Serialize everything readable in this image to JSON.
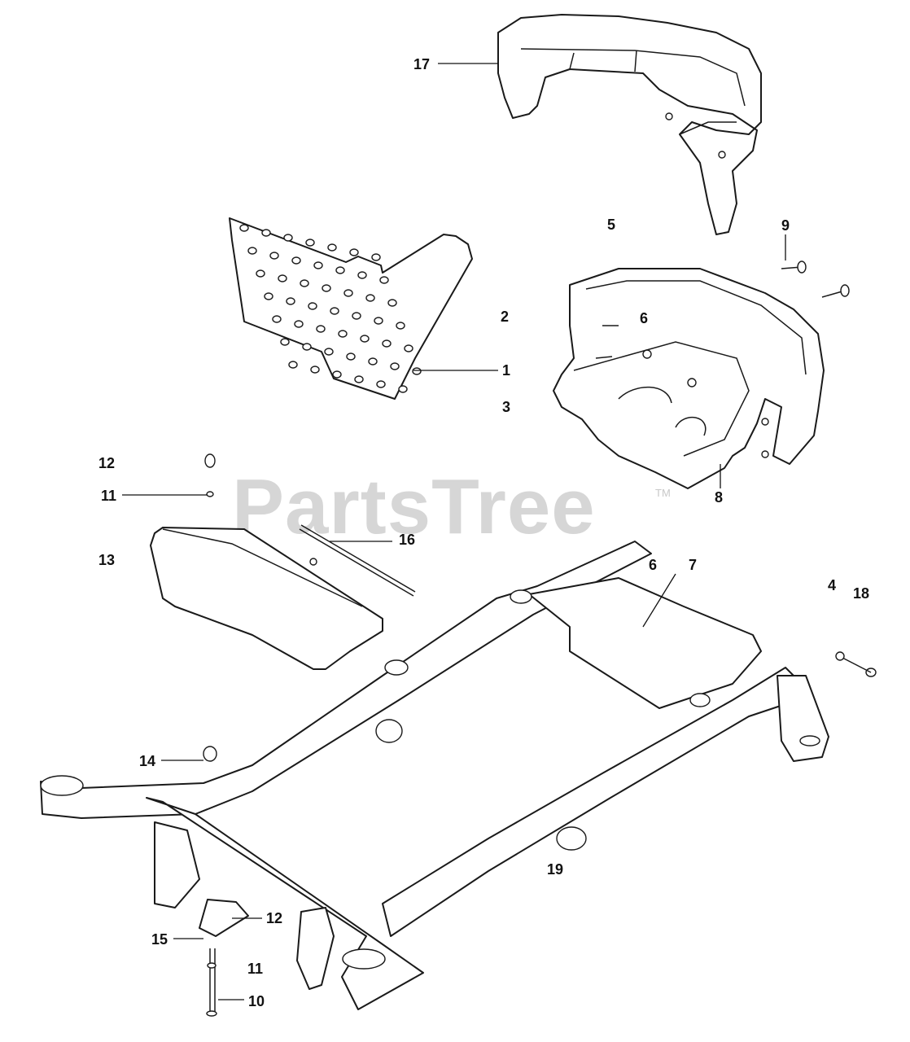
{
  "watermark": {
    "text": "PartsTree",
    "trademark": "TM"
  },
  "callouts": [
    {
      "id": "17",
      "text": "17"
    },
    {
      "id": "5",
      "text": "5"
    },
    {
      "id": "9",
      "text": "9"
    },
    {
      "id": "2",
      "text": "2"
    },
    {
      "id": "6a",
      "text": "6"
    },
    {
      "id": "1",
      "text": "1"
    },
    {
      "id": "3",
      "text": "3"
    },
    {
      "id": "12a",
      "text": "12"
    },
    {
      "id": "11a",
      "text": "11"
    },
    {
      "id": "8",
      "text": "8"
    },
    {
      "id": "16",
      "text": "16"
    },
    {
      "id": "13",
      "text": "13"
    },
    {
      "id": "6b",
      "text": "6"
    },
    {
      "id": "7",
      "text": "7"
    },
    {
      "id": "4",
      "text": "4"
    },
    {
      "id": "18",
      "text": "18"
    },
    {
      "id": "14",
      "text": "14"
    },
    {
      "id": "19",
      "text": "19"
    },
    {
      "id": "12b",
      "text": "12"
    },
    {
      "id": "15",
      "text": "15"
    },
    {
      "id": "11b",
      "text": "11"
    },
    {
      "id": "10",
      "text": "10"
    }
  ]
}
